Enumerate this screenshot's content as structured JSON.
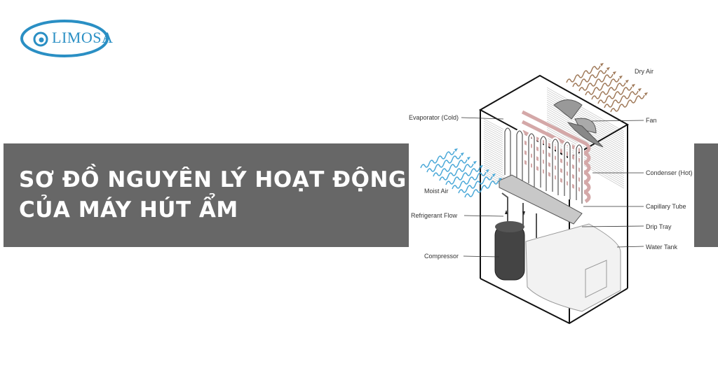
{
  "logo": {
    "text": "LIMOSA"
  },
  "title": {
    "line1": "SƠ ĐỒ NGUYÊN LÝ HOẠT ĐỘNG",
    "line2": "CỦA MÁY HÚT ẨM"
  },
  "diagram": {
    "labels": {
      "dry_air": "Dry Air",
      "evaporator": "Evaporator (Cold)",
      "fan": "Fan",
      "moist_air": "Moist Air",
      "condenser": "Condenser (Hot)",
      "capillary_tube": "Capillary Tube",
      "refrigerant_flow": "Refrigerant Flow",
      "drip_tray": "Drip Tray",
      "water_tank": "Water Tank",
      "compressor": "Compressor"
    },
    "colors": {
      "banner": "#676767",
      "brand": "#2a8fc4",
      "moist_air": "#4aa8d8",
      "dry_air": "#a07a5a",
      "condenser": "#e8c8c8"
    }
  }
}
